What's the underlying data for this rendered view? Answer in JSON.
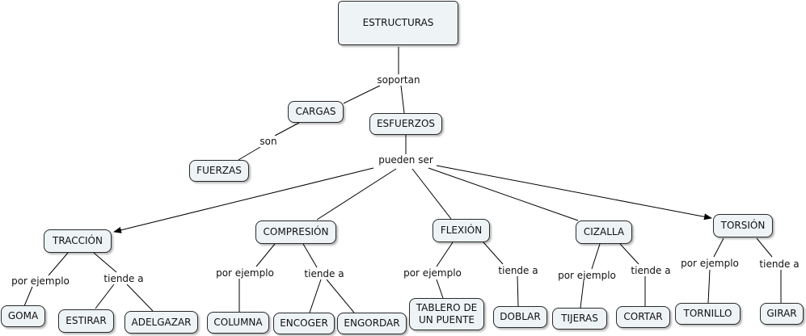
{
  "nodes": {
    "estructuras": "ESTRUCTURAS",
    "cargas": "CARGAS",
    "esfuerzos": "ESFUERZOS",
    "fuerzas": "FUERZAS",
    "traccion": "TRACCIÓN",
    "compresion": "COMPRESIÓN",
    "flexion": "FLEXIÓN",
    "cizalla": "CIZALLA",
    "torsion": "TORSIÓN",
    "goma": "GOMA",
    "estirar": "ESTIRAR",
    "adelgazar": "ADELGAZAR",
    "columna": "COLUMNA",
    "encoger": "ENCOGER",
    "engordar": "ENGORDAR",
    "tablero_line1": "TABLERO DE",
    "tablero_line2": "UN PUENTE",
    "doblar": "DOBLAR",
    "tijeras": "TIJERAS",
    "cortar": "CORTAR",
    "tornillo": "TORNILLO",
    "girar": "GIRAR"
  },
  "links": {
    "soportan": "soportan",
    "son": "son",
    "pueden_ser": "pueden ser",
    "traccion_ejemplo": "por ejemplo",
    "traccion_tiende": "tiende a",
    "compresion_ejemplo": "por ejemplo",
    "compresion_tiende": "tiende a",
    "flexion_ejemplo": "por ejemplo",
    "flexion_tiende": "tiende a",
    "cizalla_ejemplo": "por ejemplo",
    "cizalla_tiende": "tiende a",
    "torsion_ejemplo": "por ejemplo",
    "torsion_tiende": "tiende a"
  }
}
